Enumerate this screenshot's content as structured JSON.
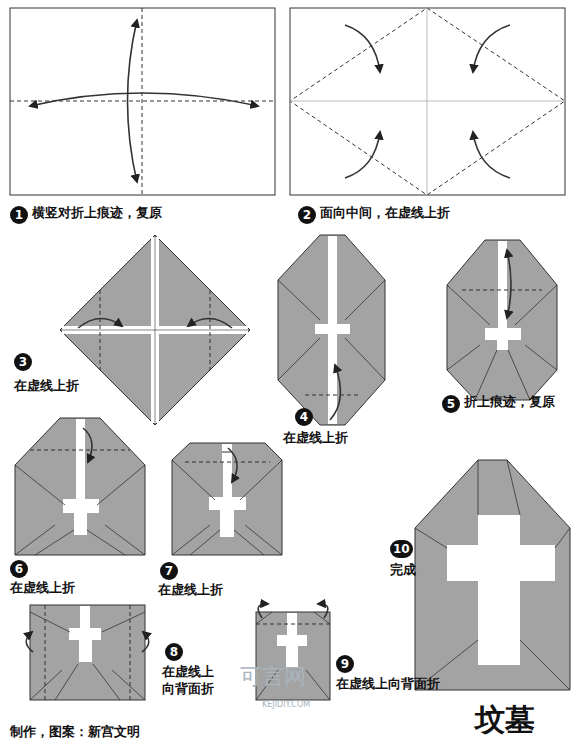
{
  "diagram": {
    "title": "坟墓",
    "labels": [
      "1",
      "横竖对折上痕迹，复原",
      "2",
      "面向中间，在虚线上折",
      "3",
      "在虚线上折",
      "4",
      "在虚线上折",
      "5",
      "折上痕迹，复原",
      "6",
      "在虚线上折",
      "7",
      "在虚线上折",
      "8",
      "在虚线上 向背面折",
      "9",
      "在虚线上向背面折",
      "10",
      "完成",
      "制作，图案：新宫文明",
      "可言网",
      "KEJIDIY.COM"
    ]
  }
}
